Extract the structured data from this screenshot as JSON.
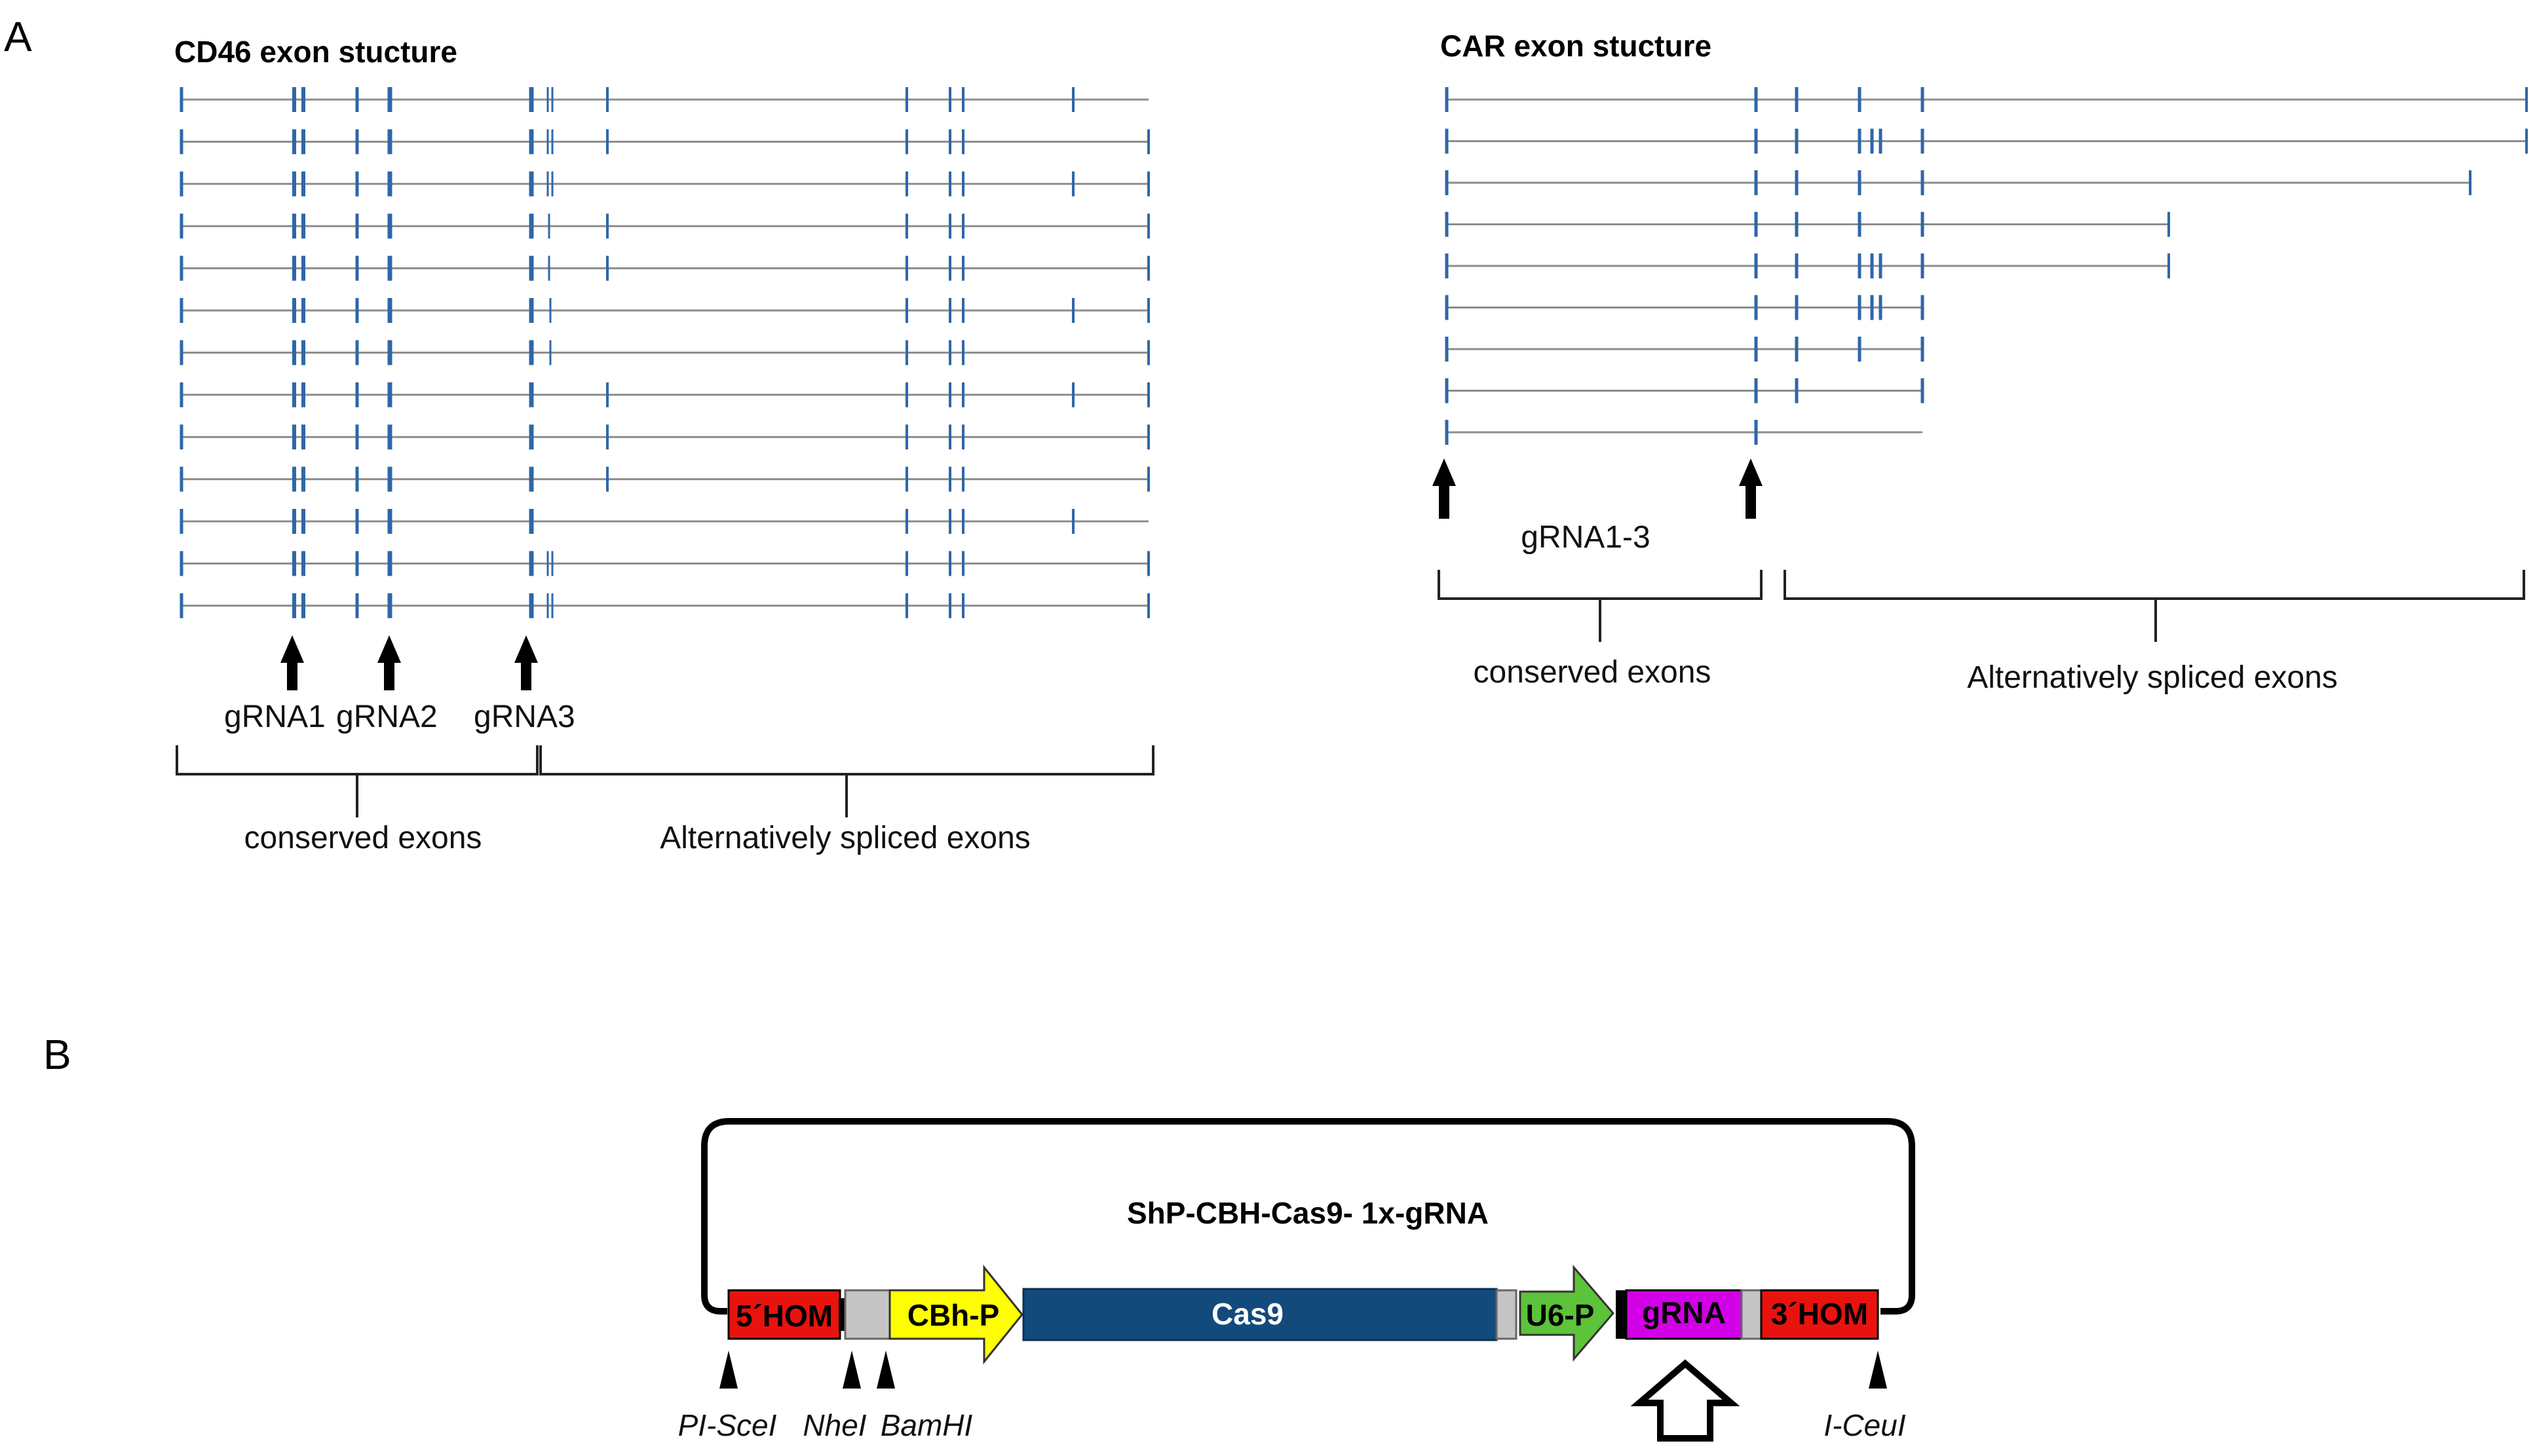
{
  "panels": {
    "a": {
      "label": "A",
      "cd46": {
        "title": "CD46 exon stucture",
        "grnas": [
          "gRNA1",
          "gRNA2",
          "gRNA3"
        ],
        "brace_left": "conserved exons",
        "brace_right": "Alternatively spliced exons"
      },
      "car": {
        "title": "CAR exon stucture",
        "grna": "gRNA1-3",
        "brace_left": "conserved exons",
        "brace_right": "Alternatively spliced exons"
      }
    },
    "b": {
      "label": "B",
      "plasmid": {
        "title": "ShP-CBH-Cas9- 1x-gRNA",
        "hom5": "5´HOM",
        "cbh": "CBh-P",
        "cas9": "Cas9",
        "u6": "U6-P",
        "grna": "gRNA",
        "hom3": "3´HOM",
        "sites": [
          "PI-SceI",
          "NheI",
          "BamHI",
          "I-CeuI"
        ]
      }
    }
  },
  "colors": {
    "exon": "#2e67a8",
    "intron": "#8c8c8c",
    "hom": "#e8130f",
    "cbh": "#ffff00",
    "cas9": "#134a7c",
    "u6": "#5cc33a",
    "grna": "#d200e6",
    "spacer": "#c4c4c4"
  }
}
